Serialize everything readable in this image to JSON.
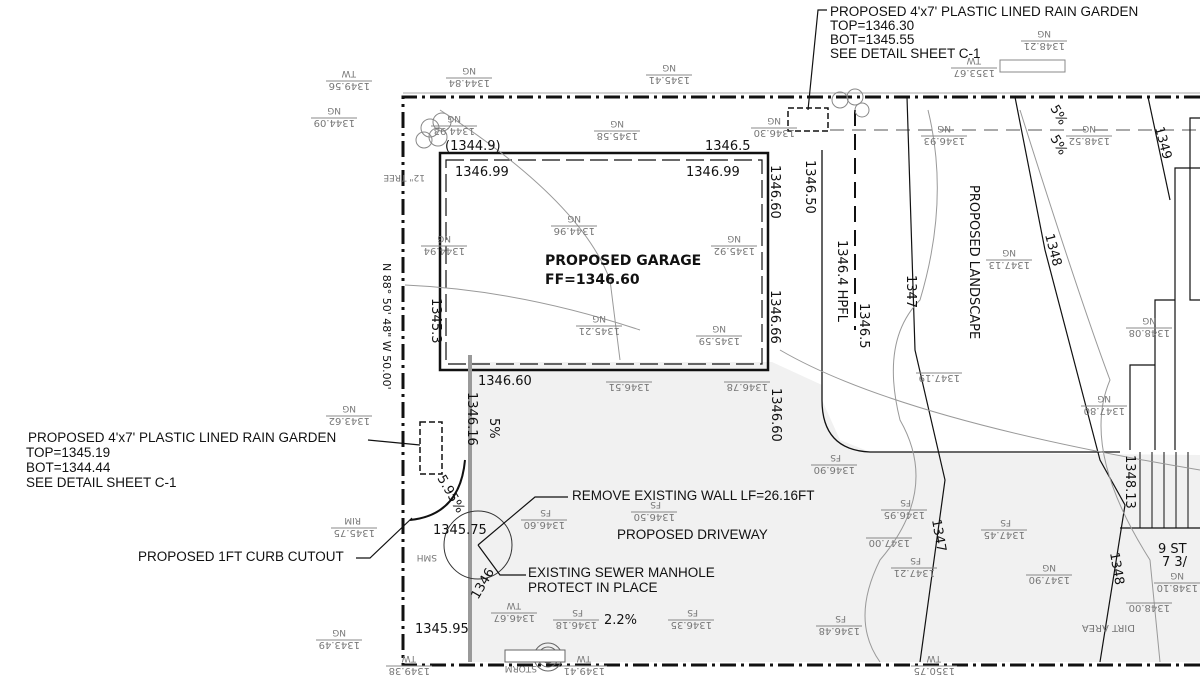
{
  "notes": {
    "rain_garden_top": [
      "PROPOSED 4'x7' PLASTIC LINED RAIN GARDEN",
      "TOP=1346.30",
      "BOT=1345.55",
      "SEE DETAIL SHEET C-1"
    ],
    "rain_garden_left": [
      "PROPOSED 4'x7' PLASTIC LINED RAIN GARDEN",
      "TOP=1345.19",
      "BOT=1344.44",
      "SEE DETAIL SHEET C-1"
    ],
    "curb_cutout": "PROPOSED 1FT CURB CUTOUT",
    "remove_wall": "REMOVE EXISTING WALL LF=26.16FT",
    "driveway": "PROPOSED DRIVEWAY",
    "manhole": [
      "EXISTING SEWER MANHOLE",
      "PROTECT IN PLACE"
    ],
    "garage": [
      "PROPOSED GARAGE",
      "FF=1346.60"
    ],
    "landscape": "PROPOSED LANDSCAPE",
    "bearing": "N 88° 50' 48\" W 50.00'",
    "stairs": [
      "9 ST",
      "7 3/"
    ]
  },
  "labels": [
    "(1344.9)",
    "1346.5",
    "1346.99",
    "1346.99",
    "1346.60",
    "1346.50",
    "1346.66",
    "1346.4 HPFL",
    "1346.5",
    "1347",
    "1348",
    "1349",
    "1345.3",
    "1346.60",
    "1346.16",
    "5%",
    "5.95%",
    "1345.75",
    "1346",
    "1345.95",
    "2.2%",
    "1346.60",
    "1348.13",
    "1347",
    "1348",
    "5%",
    "5%"
  ],
  "spot_elevations": [
    [
      "1344.84",
      "NG"
    ],
    [
      "1345.41",
      "NG"
    ],
    [
      "1349.56",
      "TW"
    ],
    [
      "1344.09",
      "NG"
    ],
    [
      "1344.93",
      "NG"
    ],
    [
      "1345.58",
      "NG"
    ],
    [
      "1346.30",
      "NG"
    ],
    [
      "1353.67",
      "TW"
    ],
    [
      "1348.21",
      "NG"
    ],
    [
      "1346.93",
      "NG"
    ],
    [
      "1348.52",
      "NG"
    ],
    [
      "1344.96",
      "NG"
    ],
    [
      "1344.94",
      "NG"
    ],
    [
      "1345.92",
      "NG"
    ],
    [
      "1347.13",
      "NG"
    ],
    [
      "1345.21",
      "NG"
    ],
    [
      "1345.59",
      "NG"
    ],
    [
      "1348.08",
      "NG"
    ],
    [
      "1347.19",
      ""
    ],
    [
      "1347.80",
      "NG"
    ],
    [
      "1346.90",
      "FS"
    ],
    [
      "1343.62",
      "NG"
    ],
    [
      "1346.95",
      "FS"
    ],
    [
      "1347.45",
      "FS"
    ],
    [
      "1346.50",
      "FS"
    ],
    [
      "1345.75",
      "RIM"
    ],
    [
      "1347.21",
      "FS"
    ],
    [
      "1347.90",
      "NG"
    ],
    [
      "1348.10",
      "NG"
    ],
    [
      "1346.48",
      "FS"
    ],
    [
      "1346.35",
      "FS"
    ],
    [
      "1346.18",
      "FS"
    ],
    [
      "1343.49",
      "NG"
    ],
    [
      "1349.38",
      "TW"
    ],
    [
      "1349.41",
      "TW"
    ],
    [
      "1350.75",
      "TW"
    ],
    [
      "1346.51",
      ""
    ],
    [
      "1346.78",
      ""
    ],
    [
      "1346.67",
      "TW"
    ],
    [
      "1346.60",
      "FS"
    ],
    [
      "1348.00",
      ""
    ],
    [
      "1347.00",
      ""
    ]
  ],
  "dirt_area": "DIRT AREA",
  "tree": "12\" TREE",
  "smh": "SMH",
  "storm": "STORM",
  "colors": {
    "linework": "#111111",
    "existing": "#888888",
    "paving": "#f1f1f1"
  }
}
